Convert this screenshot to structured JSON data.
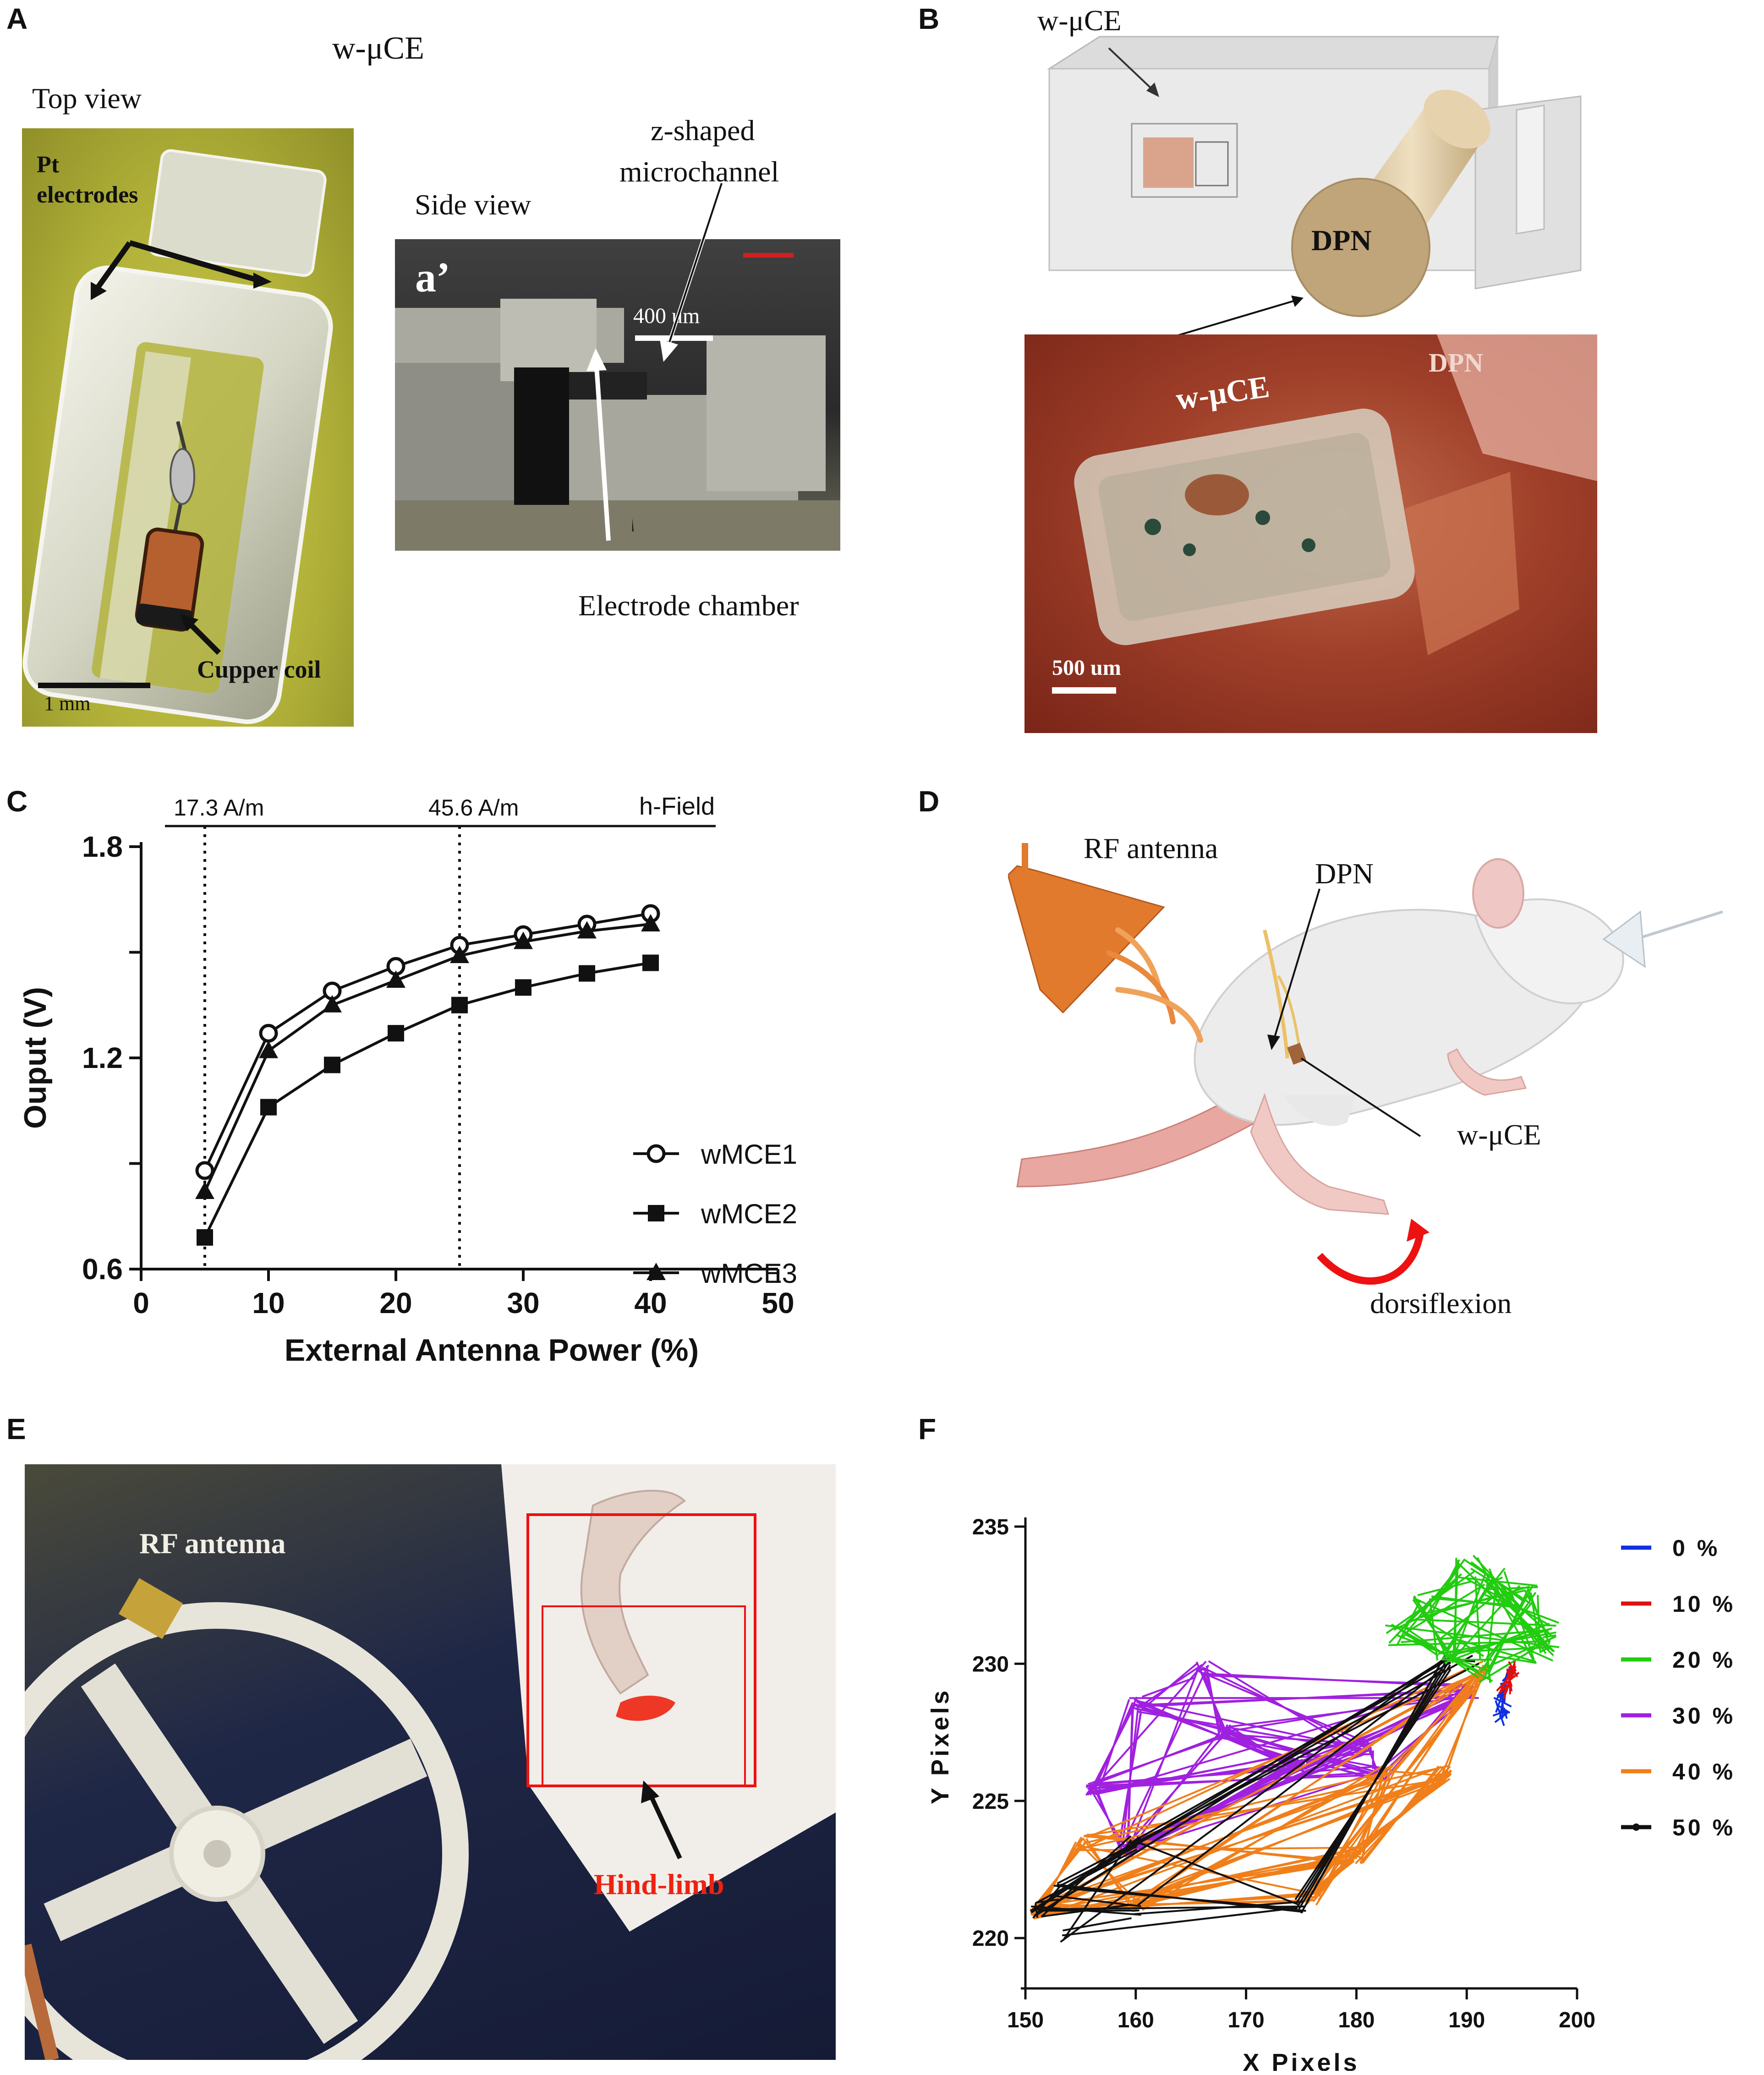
{
  "panels": {
    "A": {
      "label": "A",
      "title": "w-μCE",
      "top_view": "Top view",
      "side_view": "Side view",
      "inset_label": "a’",
      "pt_electrodes_1": "Pt",
      "pt_electrodes_2": "electrodes",
      "z_shaped_1": "z-shaped",
      "z_shaped_2": "microchannel",
      "scale_side": "400 um",
      "electrode_chamber": "Electrode chamber",
      "cupper_coil": "Cupper coil",
      "scale_top": "1 mm"
    },
    "B": {
      "label": "B",
      "wmce_top": "w-μCE",
      "dpn_cad": "DPN",
      "wmce_photo": "w-μCE",
      "dpn_photo": "DPN",
      "scale": "500 um"
    },
    "C": {
      "label": "C"
    },
    "D": {
      "label": "D",
      "rf_antenna": "RF antenna",
      "dpn": "DPN",
      "wmce": "w-μCE",
      "dorsiflexion": "dorsiflexion"
    },
    "E": {
      "label": "E",
      "rf_antenna": "RF antenna",
      "hind_limb": "Hind-limb"
    },
    "F": {
      "label": "F"
    }
  },
  "colors": {
    "yellow_bg": "#b8b83a",
    "tissue": "#a8402e",
    "orange": "#f07f1a",
    "purple": "#a020e0",
    "green": "#22cc10",
    "blue": "#1030e0",
    "red": "#e01010",
    "black": "#111111"
  },
  "chart_data": [
    {
      "id": "C",
      "type": "line",
      "xlabel": "External Antenna Power (%)",
      "ylabel": "Ouput (V)",
      "xlim": [
        0,
        50
      ],
      "ylim": [
        0.6,
        1.8
      ],
      "xticks": [
        "0",
        "10",
        "20",
        "30",
        "40",
        "50"
      ],
      "yticks": [
        "0.6",
        "1.2",
        "1.8"
      ],
      "top_axis_title": "h-Field",
      "top_annotations": [
        {
          "x": 5,
          "label": "17.3 A/m"
        },
        {
          "x": 25,
          "label": "45.6 A/m"
        }
      ],
      "x": [
        5,
        10,
        15,
        20,
        25,
        30,
        35,
        40
      ],
      "series": [
        {
          "name": "wMCE1",
          "marker": "open-circle",
          "values": [
            0.88,
            1.27,
            1.39,
            1.46,
            1.52,
            1.55,
            1.58,
            1.61
          ]
        },
        {
          "name": "wMCE2",
          "marker": "square",
          "values": [
            0.69,
            1.06,
            1.18,
            1.27,
            1.35,
            1.4,
            1.44,
            1.47
          ]
        },
        {
          "name": "wMCE3",
          "marker": "triangle",
          "values": [
            0.82,
            1.22,
            1.35,
            1.42,
            1.49,
            1.53,
            1.56,
            1.58
          ]
        }
      ],
      "legend": "right"
    },
    {
      "id": "F",
      "type": "line",
      "xlabel": "X Pixels",
      "ylabel": "Y Pixels",
      "xlim": [
        150,
        200
      ],
      "ylim": [
        219,
        235
      ],
      "xticks": [
        "150",
        "160",
        "170",
        "180",
        "190",
        "200"
      ],
      "yticks": [
        "220",
        "225",
        "230",
        "235"
      ],
      "legend": "right",
      "series": [
        {
          "name": "0 %",
          "color": "#1030e0",
          "points": [
            [
              193.0,
              229.0
            ],
            [
              193.5,
              228.2
            ],
            [
              192.8,
              227.9
            ],
            [
              193.8,
              229.6
            ],
            [
              193.2,
              228.5
            ]
          ]
        },
        {
          "name": "10 %",
          "color": "#e01010",
          "points": [
            [
              193.2,
              229.2
            ],
            [
              194.0,
              229.6
            ],
            [
              193.6,
              229.0
            ],
            [
              194.2,
              229.8
            ]
          ]
        },
        {
          "name": "20 %",
          "color": "#22cc10",
          "points": [
            [
              183.5,
              231.0
            ],
            [
              192.5,
              233.0
            ],
            [
              195.5,
              232.5
            ],
            [
              197.5,
              231.0
            ],
            [
              192.0,
              229.8
            ],
            [
              186.0,
              232.0
            ],
            [
              190.0,
              233.5
            ],
            [
              197.0,
              230.5
            ],
            [
              188.0,
              230.5
            ]
          ]
        },
        {
          "name": "30 %",
          "color": "#a020e0",
          "points": [
            [
              156.0,
              225.5
            ],
            [
              160.0,
              228.5
            ],
            [
              166.0,
              229.8
            ],
            [
              181.0,
              227.0
            ],
            [
              190.5,
              229.0
            ],
            [
              182.0,
              226.0
            ],
            [
              159.0,
              223.2
            ],
            [
              168.0,
              227.5
            ],
            [
              175.0,
              226.3
            ]
          ]
        },
        {
          "name": "40 %",
          "color": "#f07f1a",
          "points": [
            [
              151.0,
              221.0
            ],
            [
              155.0,
              223.5
            ],
            [
              183.0,
              226.0
            ],
            [
              191.5,
              229.8
            ],
            [
              188.0,
              226.0
            ],
            [
              180.0,
              223.0
            ],
            [
              176.0,
              221.5
            ],
            [
              160.0,
              221.3
            ]
          ]
        },
        {
          "name": "50 %",
          "color": "#111111",
          "points": [
            [
              151.0,
              221.0
            ],
            [
              153.0,
              221.7
            ],
            [
              175.0,
              221.2
            ],
            [
              153.0,
              220.0
            ],
            [
              160.0,
              223.5
            ],
            [
              188.0,
              230.0
            ],
            [
              191.0,
              230.3
            ],
            [
              160.0,
              221.0
            ]
          ]
        }
      ]
    }
  ]
}
